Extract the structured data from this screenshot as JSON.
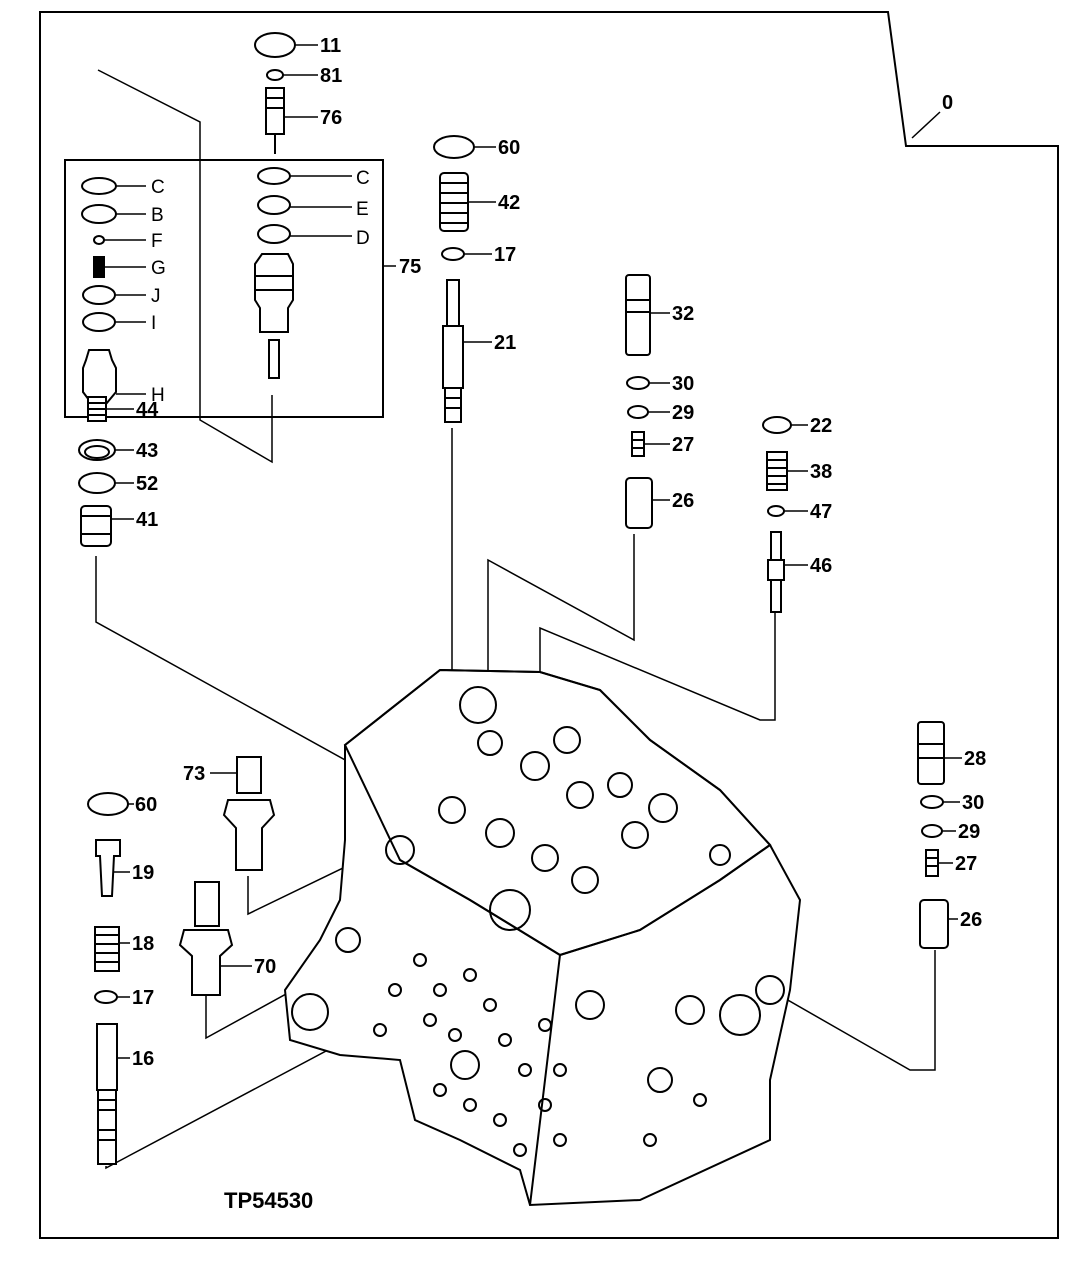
{
  "figure_ref": "TP54530",
  "assembly_ref": "0",
  "callouts": {
    "c11": "11",
    "c81": "81",
    "c76": "76",
    "c60a": "60",
    "c42": "42",
    "c17a": "17",
    "c21": "21",
    "c32": "32",
    "c30a": "30",
    "c29a": "29",
    "c27a": "27",
    "c26a": "26",
    "c22": "22",
    "c38": "38",
    "c47": "47",
    "c46": "46",
    "c75": "75",
    "c44": "44",
    "c43": "43",
    "c52": "52",
    "c41": "41",
    "c73": "73",
    "c60b": "60",
    "c19": "19",
    "c18": "18",
    "c17b": "17",
    "c16": "16",
    "c70": "70",
    "c28": "28",
    "c30b": "30",
    "c29b": "29",
    "c27b": "27",
    "c26b": "26"
  },
  "kit_letters": {
    "left": [
      "C",
      "B",
      "F",
      "G",
      "J",
      "I",
      "H"
    ],
    "right": [
      "C",
      "E",
      "D"
    ]
  }
}
